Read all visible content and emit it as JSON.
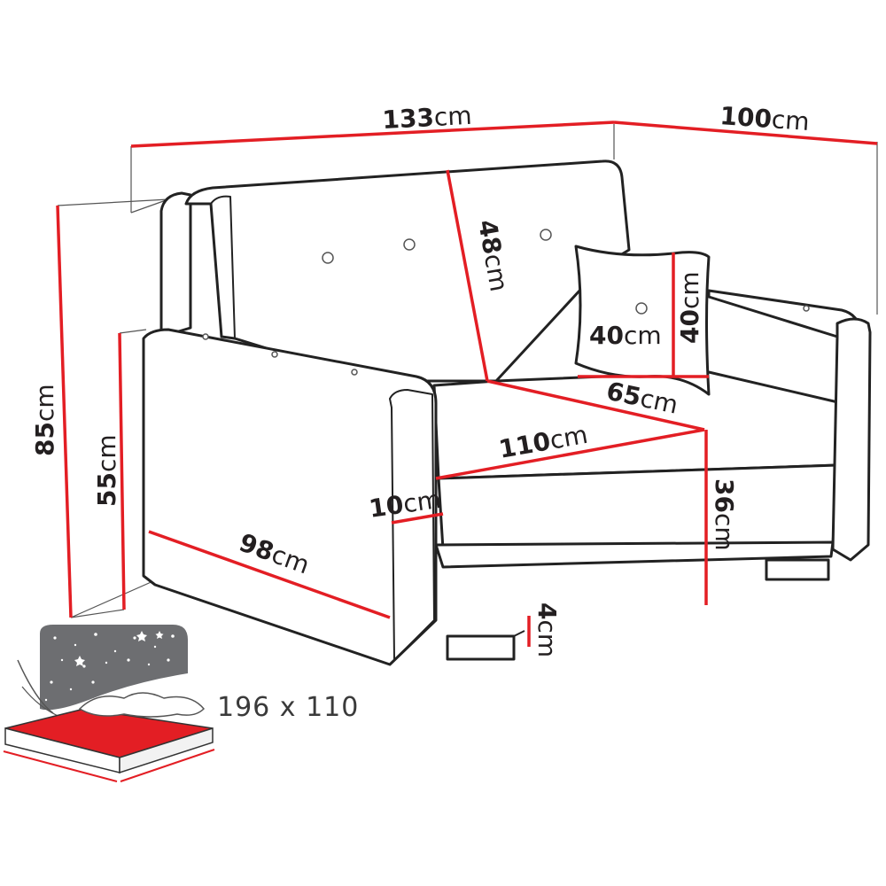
{
  "dimensions": {
    "width": {
      "value": "133",
      "unit": "cm"
    },
    "depth": {
      "value": "100",
      "unit": "cm"
    },
    "height": {
      "value": "85",
      "unit": "cm"
    },
    "armrest_height": {
      "value": "55",
      "unit": "cm"
    },
    "backrest_height": {
      "value": "48",
      "unit": "cm"
    },
    "pillow_height": {
      "value": "40",
      "unit": "cm"
    },
    "pillow_width": {
      "value": "40",
      "unit": "cm"
    },
    "seat_depth": {
      "value": "65",
      "unit": "cm"
    },
    "seat_width": {
      "value": "110",
      "unit": "cm"
    },
    "armrest_width": {
      "value": "10",
      "unit": "cm"
    },
    "side_depth": {
      "value": "98",
      "unit": "cm"
    },
    "seat_height": {
      "value": "36",
      "unit": "cm"
    },
    "leg_height": {
      "value": "4",
      "unit": "cm"
    }
  },
  "sleeping_area": {
    "label": "196 x 110"
  },
  "colors": {
    "dimension_line": "#e31e24",
    "outline": "#222222",
    "mattress": "#e31e24",
    "night_panel": "#6d6e71"
  }
}
